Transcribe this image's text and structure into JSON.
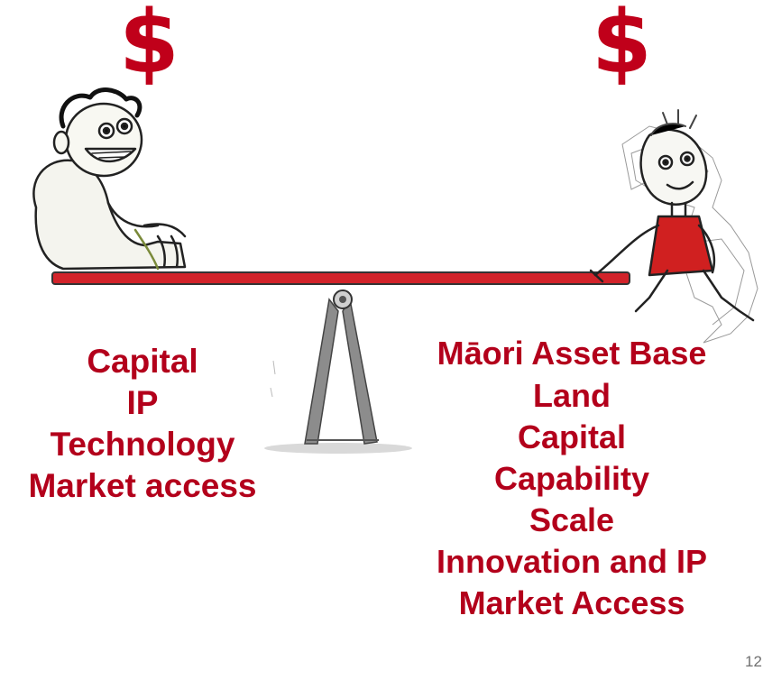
{
  "symbols": {
    "left_dollar": "$",
    "right_dollar": "$"
  },
  "left_list": {
    "items": [
      "Capital",
      "IP",
      "Technology",
      "Market access"
    ]
  },
  "right_list": {
    "heading": "Māori Asset Base",
    "items": [
      "Land",
      "Capital",
      "Capability",
      "Scale",
      "Innovation and IP",
      "Market Access"
    ]
  },
  "page_number": "12",
  "colors": {
    "text": "#b3001b",
    "dollar": "#c0001a",
    "plank": "#d2232a"
  },
  "illustrations": {
    "left_figure": "happy-fat-man-icon",
    "right_figure": "thin-man-red-shirt-icon",
    "fulcrum": "seesaw-fulcrum-icon"
  }
}
